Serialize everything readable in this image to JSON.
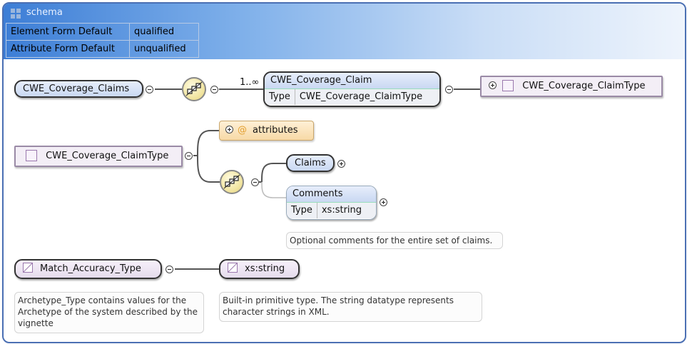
{
  "header": {
    "title": "schema",
    "properties": [
      {
        "name": "Element Form Default",
        "value": "qualified"
      },
      {
        "name": "Attribute Form Default",
        "value": "unqualified"
      }
    ]
  },
  "nodes": {
    "root": "CWE_Coverage_Claims",
    "claim": {
      "title": "CWE_Coverage_Claim",
      "type_label": "Type",
      "type_value": "CWE_Coverage_ClaimType"
    },
    "claim_multiplicity": "1..∞",
    "claim_type_ref": "CWE_Coverage_ClaimType",
    "claim_type_def": "CWE_Coverage_ClaimType",
    "attributes": "attributes",
    "claims": "Claims",
    "comments": {
      "title": "Comments",
      "type_label": "Type",
      "type_value": "xs:string"
    },
    "comments_note": "Optional comments for the entire set of claims.",
    "match_accuracy": "Match_Accuracy_Type",
    "match_accuracy_note": "Archetype_Type contains values for the Archetype of the system described by the vignette",
    "xs_string": "xs:string",
    "xs_string_note": "Built-in primitive type. The string datatype represents character strings in XML."
  },
  "colors": {
    "frame": "#4a6fb3",
    "header": "#3d7ed6",
    "element": "#c9d8f2",
    "attributes": "#f7d9a6"
  }
}
